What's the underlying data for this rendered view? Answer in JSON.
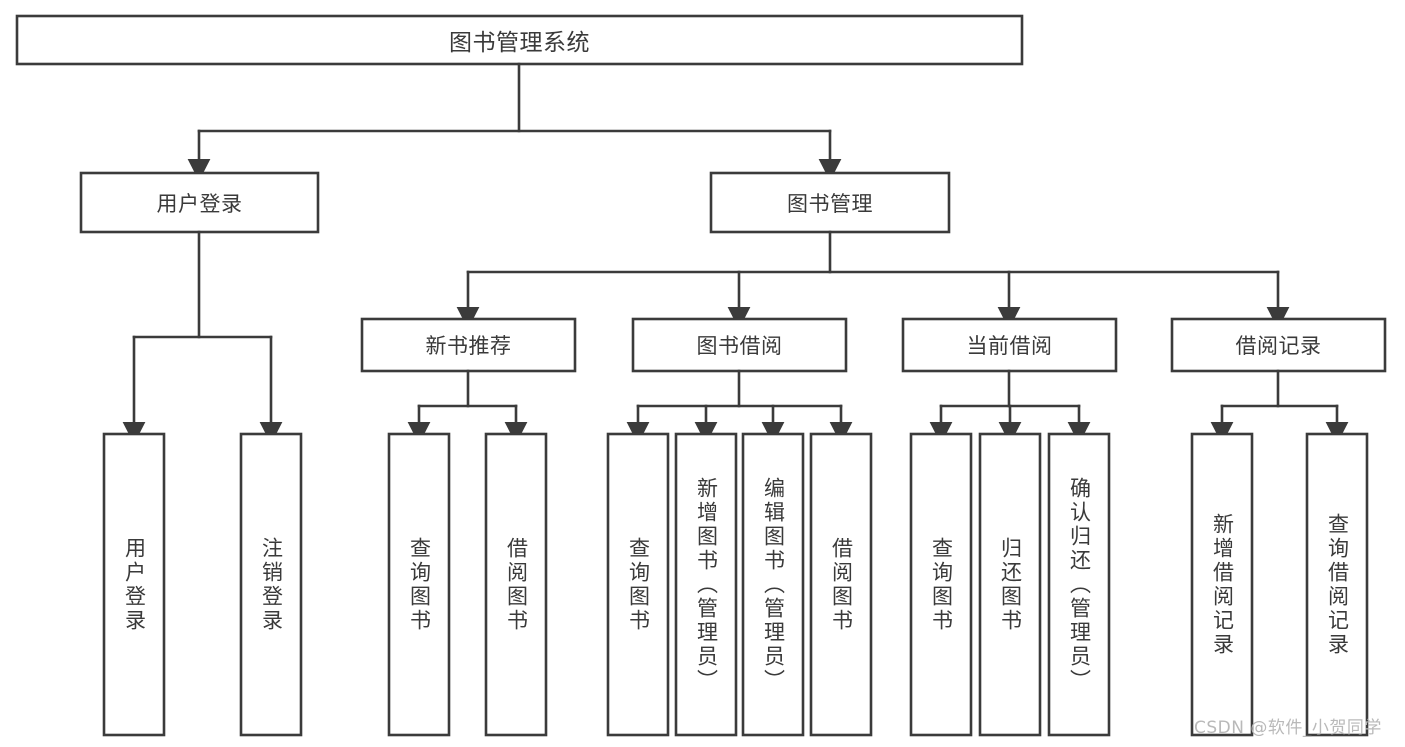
{
  "diagram": {
    "type": "hierarchy-tree",
    "title": "图书管理系统",
    "watermark": "CSDN @软件_小贺同学",
    "colors": {
      "background": "#ffffff",
      "stroke": "#3b3b3b",
      "text": "#3a3a3a",
      "watermark": "#b9b9b9"
    },
    "levels": {
      "root": "图书管理系统",
      "level2": [
        "用户登录",
        "图书管理"
      ],
      "level3": [
        "新书推荐",
        "图书借阅",
        "当前借阅",
        "借阅记录"
      ]
    },
    "nodes": {
      "root": {
        "label": "图书管理系统"
      },
      "user_login": {
        "label": "用户登录"
      },
      "book_manage": {
        "label": "图书管理"
      },
      "new_book_rec": {
        "label": "新书推荐"
      },
      "book_borrow": {
        "label": "图书借阅"
      },
      "current_borrow": {
        "label": "当前借阅"
      },
      "borrow_record": {
        "label": "借阅记录"
      }
    },
    "leaves": {
      "user_login": [
        "用户登录",
        "注销登录"
      ],
      "new_book_rec": [
        "查询图书",
        "借阅图书"
      ],
      "book_borrow": [
        "查询图书",
        "新增图书（管理员）",
        "编辑图书（管理员）",
        "借阅图书"
      ],
      "current_borrow": [
        "查询图书",
        "归还图书",
        "确认归还（管理员）"
      ],
      "borrow_record": [
        "新增借阅记录",
        "查询借阅记录"
      ]
    },
    "edges": [
      {
        "from": "图书管理系统",
        "to": "用户登录"
      },
      {
        "from": "图书管理系统",
        "to": "图书管理"
      },
      {
        "from": "图书管理",
        "to": "新书推荐"
      },
      {
        "from": "图书管理",
        "to": "图书借阅"
      },
      {
        "from": "图书管理",
        "to": "当前借阅"
      },
      {
        "from": "图书管理",
        "to": "借阅记录"
      },
      {
        "from": "用户登录",
        "to": "用户登录"
      },
      {
        "from": "用户登录",
        "to": "注销登录"
      },
      {
        "from": "新书推荐",
        "to": "查询图书"
      },
      {
        "from": "新书推荐",
        "to": "借阅图书"
      },
      {
        "from": "图书借阅",
        "to": "查询图书"
      },
      {
        "from": "图书借阅",
        "to": "新增图书（管理员）"
      },
      {
        "from": "图书借阅",
        "to": "编辑图书（管理员）"
      },
      {
        "from": "图书借阅",
        "to": "借阅图书"
      },
      {
        "from": "当前借阅",
        "to": "查询图书"
      },
      {
        "from": "当前借阅",
        "to": "归还图书"
      },
      {
        "from": "当前借阅",
        "to": "确认归还（管理员）"
      },
      {
        "from": "借阅记录",
        "to": "新增借阅记录"
      },
      {
        "from": "借阅记录",
        "to": "查询借阅记录"
      }
    ]
  }
}
